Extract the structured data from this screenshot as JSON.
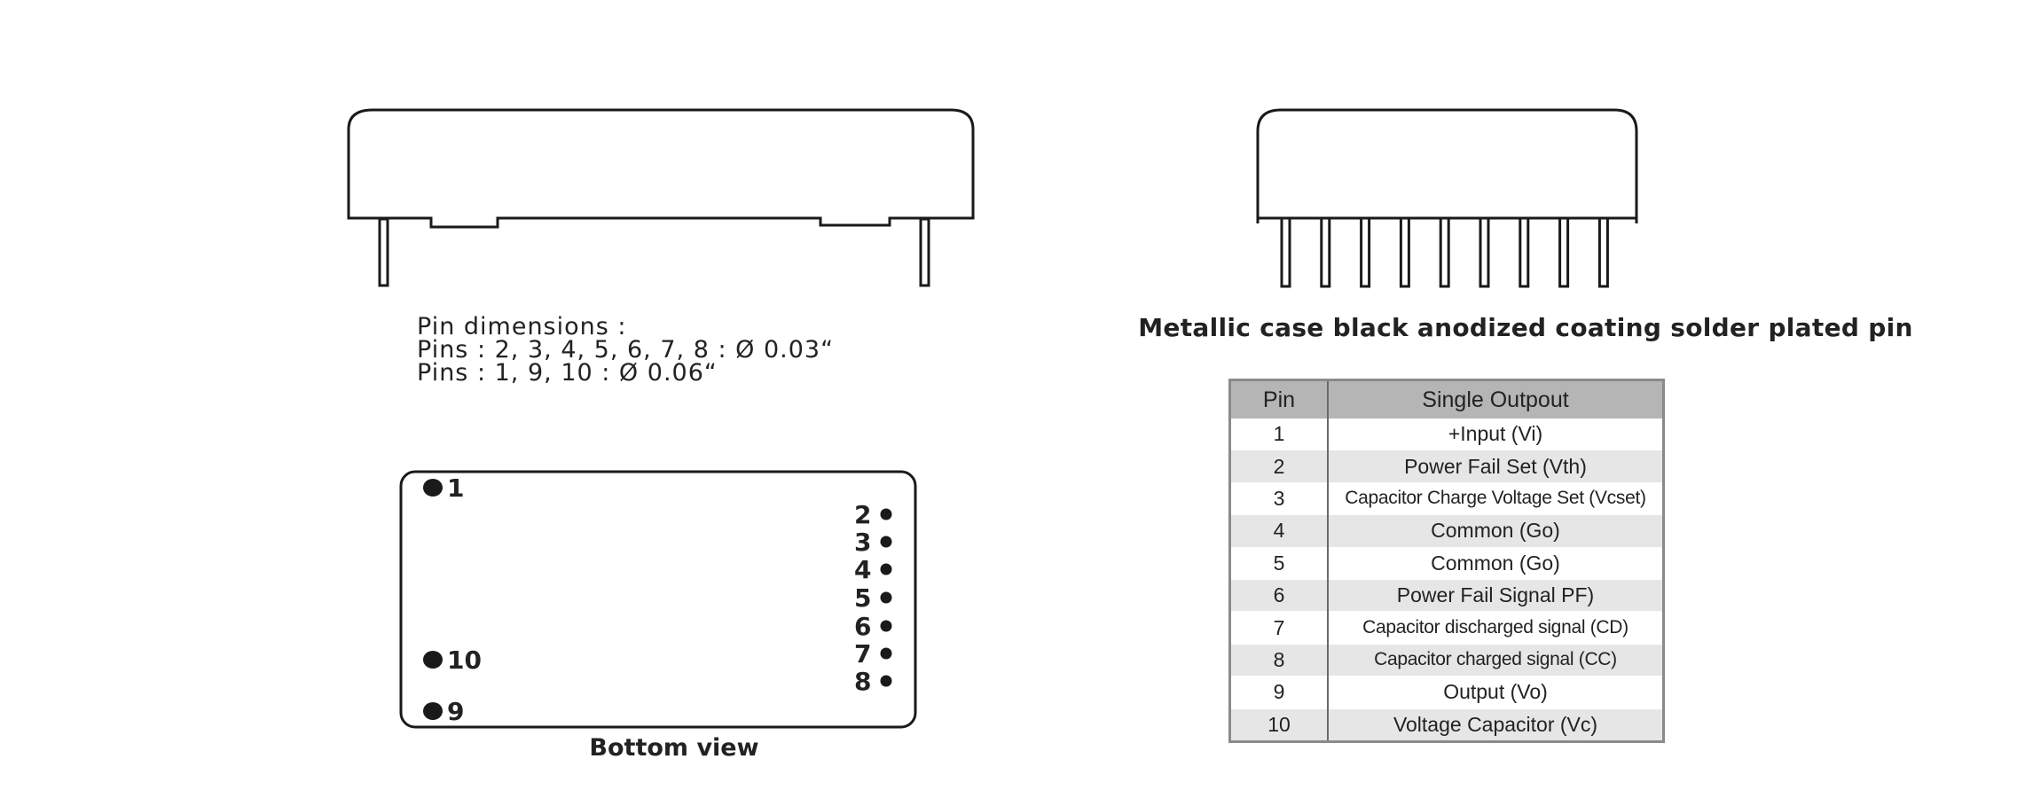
{
  "pin_dimensions": {
    "heading": "Pin dimensions :",
    "line1": "Pins : 2, 3, 4, 5, 6, 7, 8 : Ø 0.03“",
    "line2": "Pins : 1, 9, 10 : Ø 0.06“"
  },
  "side_caption": "Metallic case black anodized coating solder plated pin",
  "bottom_view": {
    "caption": "Bottom view",
    "pins_left": [
      "1",
      "10",
      "9"
    ],
    "pins_right": [
      "2",
      "3",
      "4",
      "5",
      "6",
      "7",
      "8"
    ]
  },
  "table": {
    "headers": {
      "pin": "Pin",
      "function": "Single Outpout"
    },
    "rows": [
      {
        "pin": "1",
        "function": "+Input (Vi)"
      },
      {
        "pin": "2",
        "function": "Power Fail Set (Vth)"
      },
      {
        "pin": "3",
        "function": "Capacitor Charge Voltage Set (Vcset)"
      },
      {
        "pin": "4",
        "function": "Common (Go)"
      },
      {
        "pin": "5",
        "function": "Common (Go)"
      },
      {
        "pin": "6",
        "function": "Power Fail Signal PF)"
      },
      {
        "pin": "7",
        "function": "Capacitor discharged signal (CD)"
      },
      {
        "pin": "8",
        "function": "Capacitor charged signal (CC)"
      },
      {
        "pin": "9",
        "function": "Output (Vo)"
      },
      {
        "pin": "10",
        "function": "Voltage Capacitor (Vc)"
      }
    ]
  },
  "colors": {
    "line": "#1a1a1a",
    "header_bg": "#b5b5b5",
    "alt_row_bg": "#e6e6e6"
  }
}
